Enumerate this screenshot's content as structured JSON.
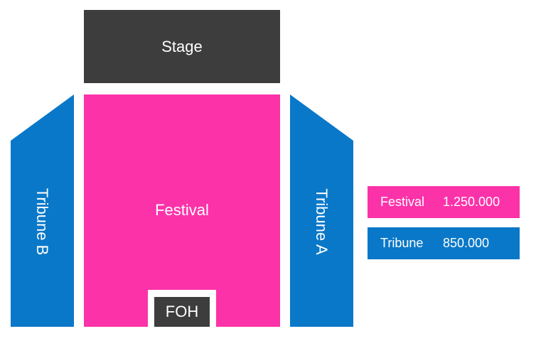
{
  "colors": {
    "stage": "#3d3d3d",
    "festival": "#fc32a9",
    "tribune": "#0a78c8",
    "foh": "#3d3d3d"
  },
  "sections": {
    "stage": {
      "label": "Stage"
    },
    "festival": {
      "label": "Festival"
    },
    "foh": {
      "label": "FOH"
    },
    "tribune_b": {
      "label": "Tribune B"
    },
    "tribune_a": {
      "label": "Tribune A"
    }
  },
  "legend": [
    {
      "name": "Festival",
      "price": "1.250.000",
      "color": "#fc32a9"
    },
    {
      "name": "Tribune",
      "price": "850.000",
      "color": "#0a78c8"
    }
  ]
}
